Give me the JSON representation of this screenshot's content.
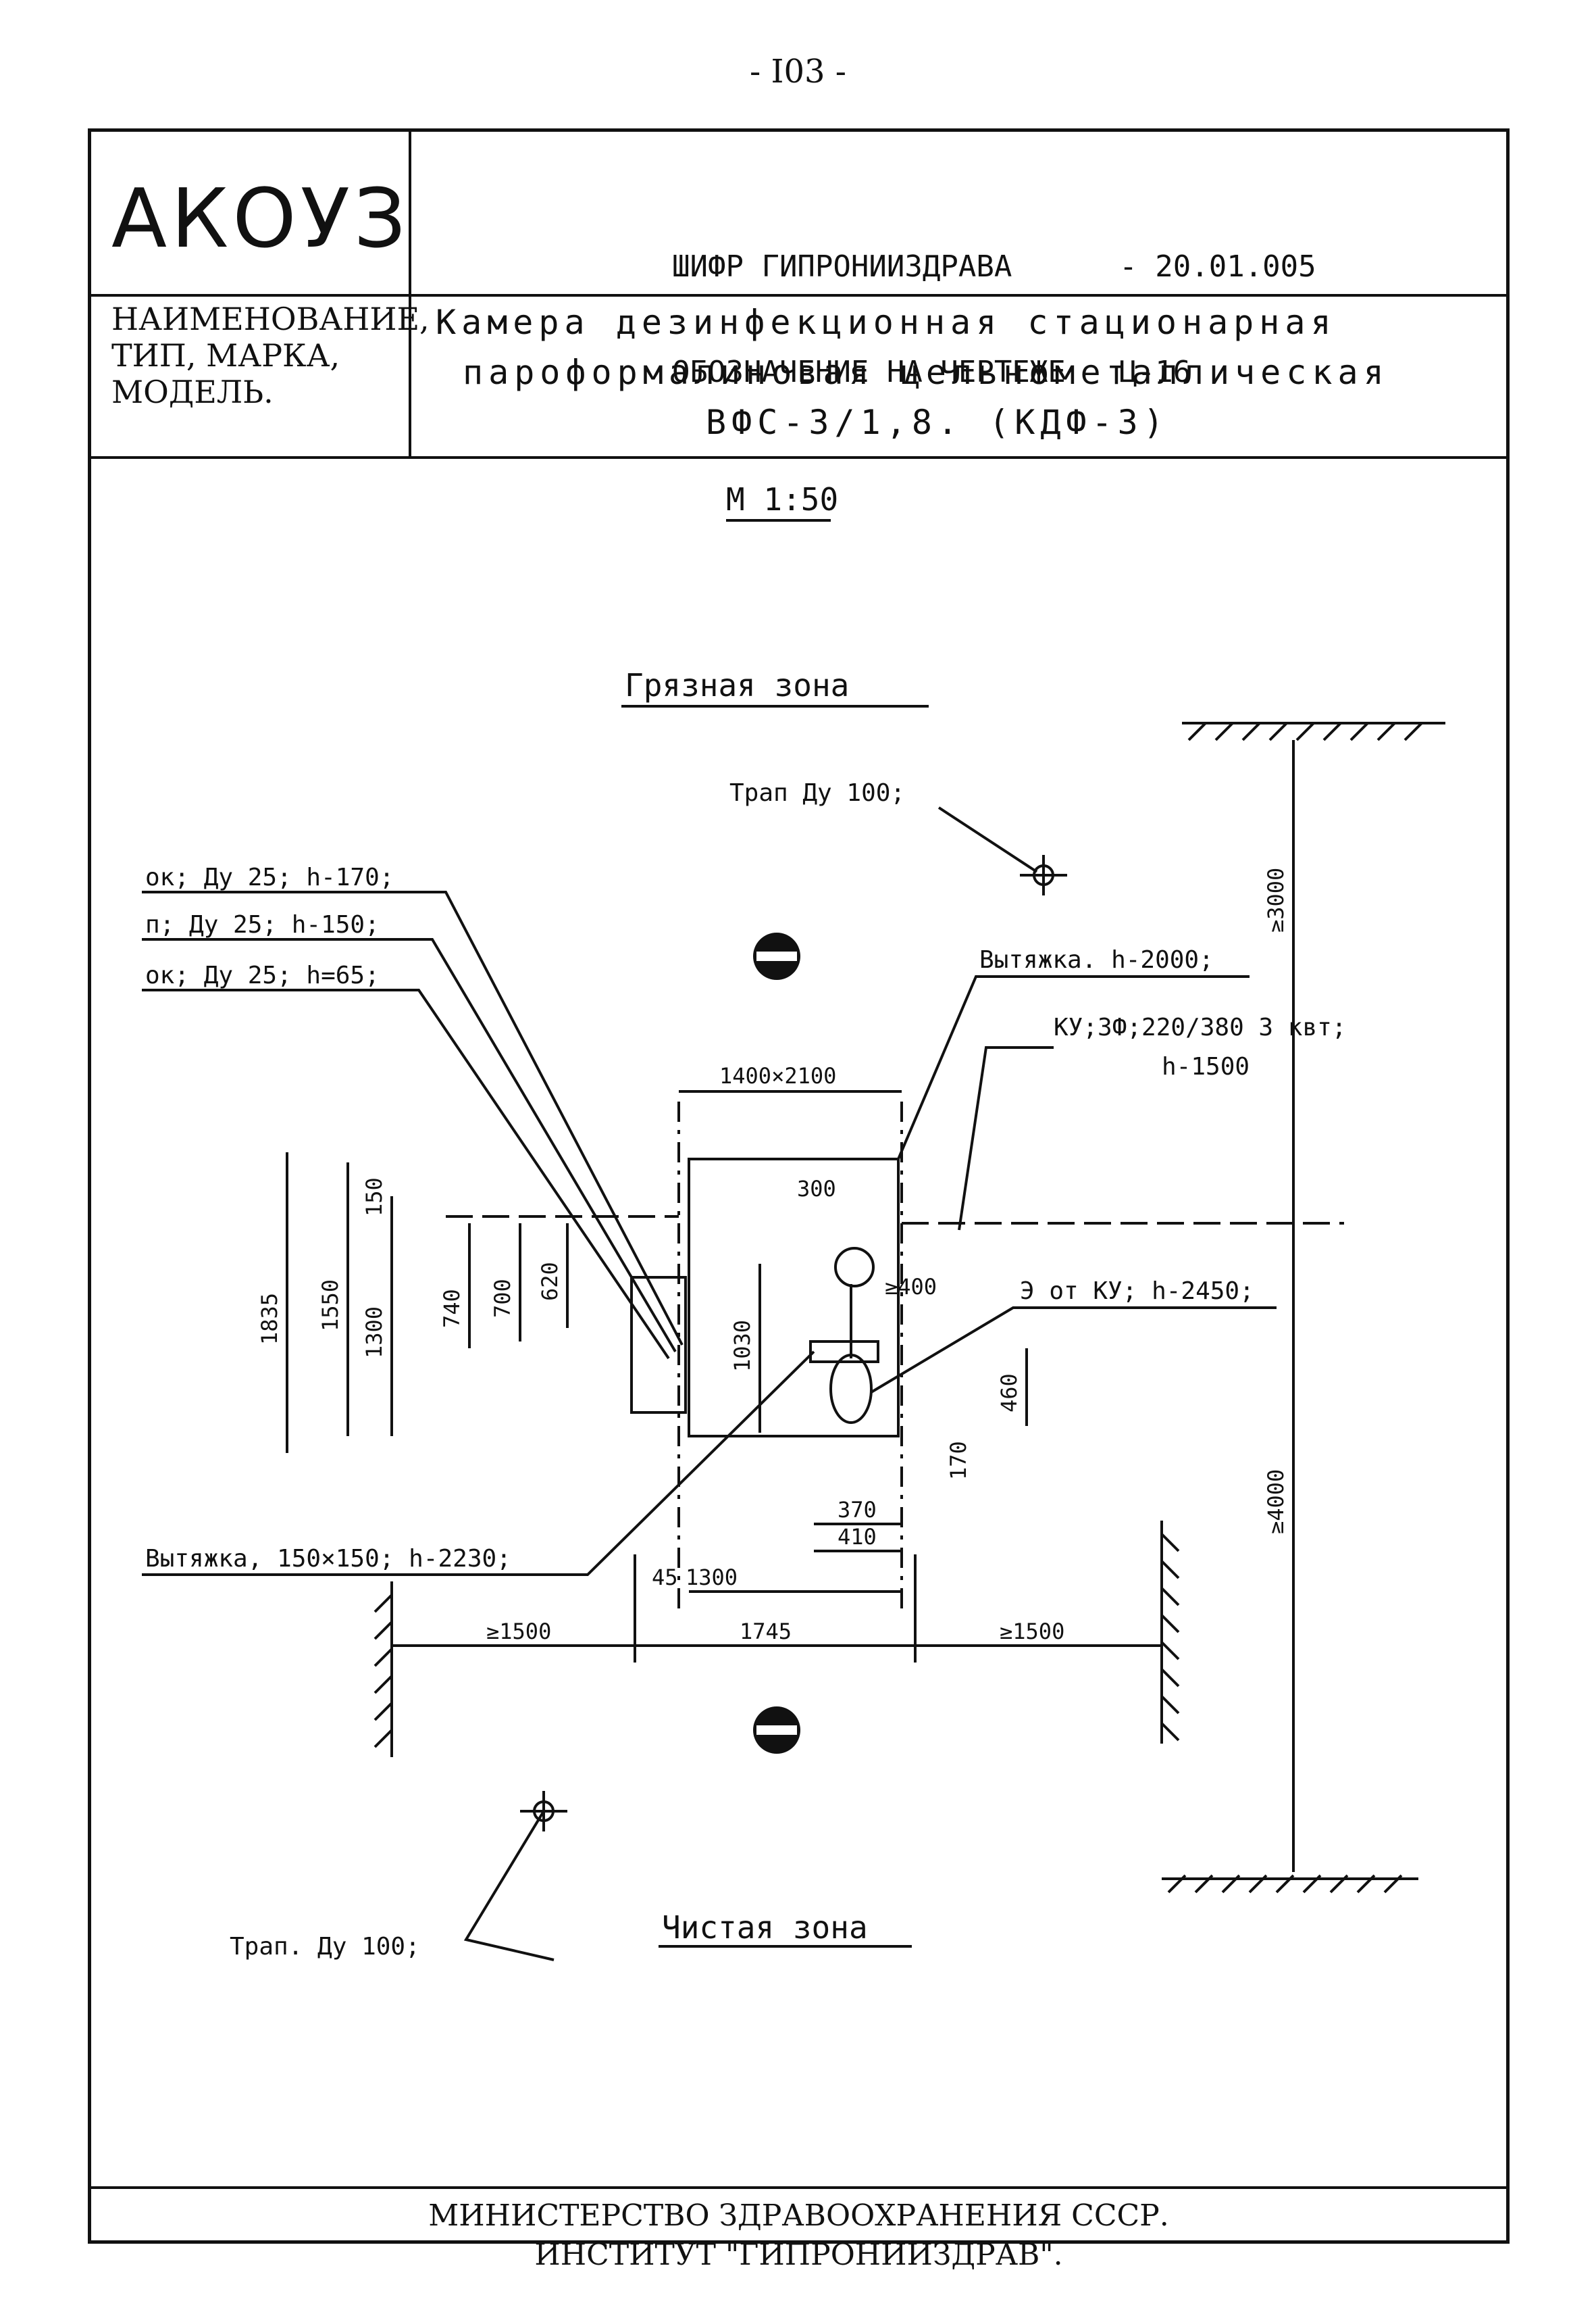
{
  "page_number": "- I03 -",
  "header": {
    "acronym": "АКОУЗ",
    "cipher_line": "ШИФР ГИПРОНИИЗДРАВА      - 20.01.005",
    "designation_line": "ОБОЗНАЧЕНИЕ НА ЧЕРТЕЖЕ - Ц-16"
  },
  "naming": {
    "label_lines": [
      "НАИМЕНОВАНИЕ,",
      "ТИП, МАРКА,",
      "МОДЕЛЬ."
    ],
    "value_lines": [
      "Камера дезинфекционная стационарная",
      "пароформалиновая цельнометаллическая",
      "ВФС-3/1,8.  (КДФ-3)"
    ]
  },
  "drawing": {
    "scale": "М 1:50",
    "dirty_zone": "Грязная зона",
    "clean_zone": "Чистая зона",
    "callouts": {
      "drain_top": "Трап Ду 100;",
      "drain_bottom": "Трап. Ду 100;",
      "ok_170": "ок; Ду 25; h-170;",
      "p_150": "п; Ду 25; h-150;",
      "ok_65": "ок; Ду 25; h=65;",
      "exhaust_2000": "Вытяжка. h-2000;",
      "ku": "КУ;3Ф;220/380   3 квт;",
      "ku_h": "h-1500",
      "e_from_ku": "Э от КУ; h-2450;",
      "exhaust_150": "Вытяжка, 150×150; h-2230;"
    },
    "dimensions": {
      "d_1400x2100": "1400×2100",
      "d_300": "300",
      "d_400": "≥400",
      "d_150": "150",
      "d_1835": "1835",
      "d_1550": "1550",
      "d_1300_v": "1300",
      "d_740": "740",
      "d_700": "700",
      "d_620": "620",
      "d_1030": "1030",
      "d_460": "460",
      "d_170": "170",
      "d_370": "370",
      "d_410": "410",
      "d_45": "45",
      "d_1300_h": "1300",
      "d_1745": "1745",
      "d_1500_l": "≥1500",
      "d_1500_r": "≥1500",
      "d_3000": "≥3000",
      "d_4000": "≥4000"
    }
  },
  "footer": {
    "line1": "МИНИСТЕРСТВО ЗДРАВООХРАНЕНИЯ СССР.",
    "line2": "ИНСТИТУТ \"ГИПРОНИИЗДРАВ\"."
  }
}
